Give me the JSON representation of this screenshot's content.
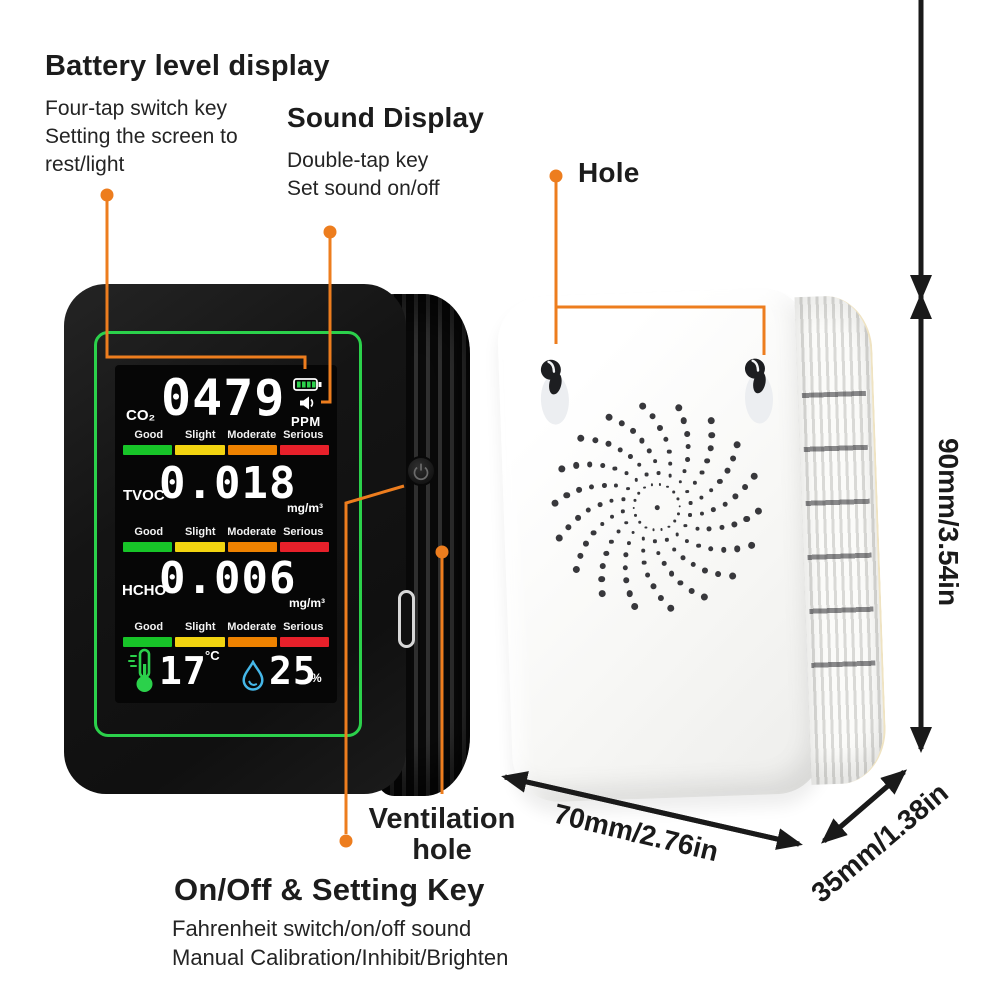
{
  "colors": {
    "accent_orange": "#ed7d1e",
    "arrow_black": "#1a1a1a",
    "screen_border_green": "#2bd14b",
    "temp_icon_green": "#2bd14b",
    "humidity_icon_blue": "#45b7e8",
    "bar_green": "#17c428",
    "bar_yellow": "#f2d410",
    "bar_orange": "#ee8200",
    "bar_red": "#e7202a"
  },
  "annotations": {
    "battery": {
      "title": "Battery level display",
      "desc_lines": [
        "Four-tap switch key",
        "Setting the screen to",
        "rest/light"
      ]
    },
    "sound": {
      "title": "Sound Display",
      "desc_lines": [
        "Double-tap key",
        "Set sound on/off"
      ]
    },
    "hole": {
      "title": "Hole"
    },
    "ventilation": {
      "line1": "Ventilation",
      "line2": "hole"
    },
    "onoff": {
      "title": "On/Off & Setting Key",
      "desc_lines": [
        "Fahrenheit switch/on/off sound",
        "Manual Calibration/Inhibit/Brighten"
      ]
    }
  },
  "display": {
    "co2": {
      "label": "CO₂",
      "value": "0479",
      "unit": "PPM"
    },
    "tvoc": {
      "label": "TVOC",
      "value": "0.018",
      "unit": "mg/m³"
    },
    "hcho": {
      "label": "HCHO",
      "value": "0.006",
      "unit": "mg/m³"
    },
    "scale_labels": [
      "Good",
      "Slight",
      "Moderate",
      "Serious"
    ],
    "scale_colors": [
      "#17c428",
      "#f2d410",
      "#ee8200",
      "#e7202a"
    ],
    "temperature": {
      "value": "17",
      "unit": "°C"
    },
    "humidity": {
      "value": "25",
      "unit": "%"
    },
    "icons": {
      "battery": "battery-icon",
      "sound": "speaker-icon",
      "temperature": "thermometer-icon",
      "humidity": "water-drop-icon",
      "power": "power-button-icon"
    }
  },
  "dimensions": {
    "height": "90mm/3.54in",
    "width": "70mm/2.76in",
    "depth": "35mm/1.38in"
  }
}
